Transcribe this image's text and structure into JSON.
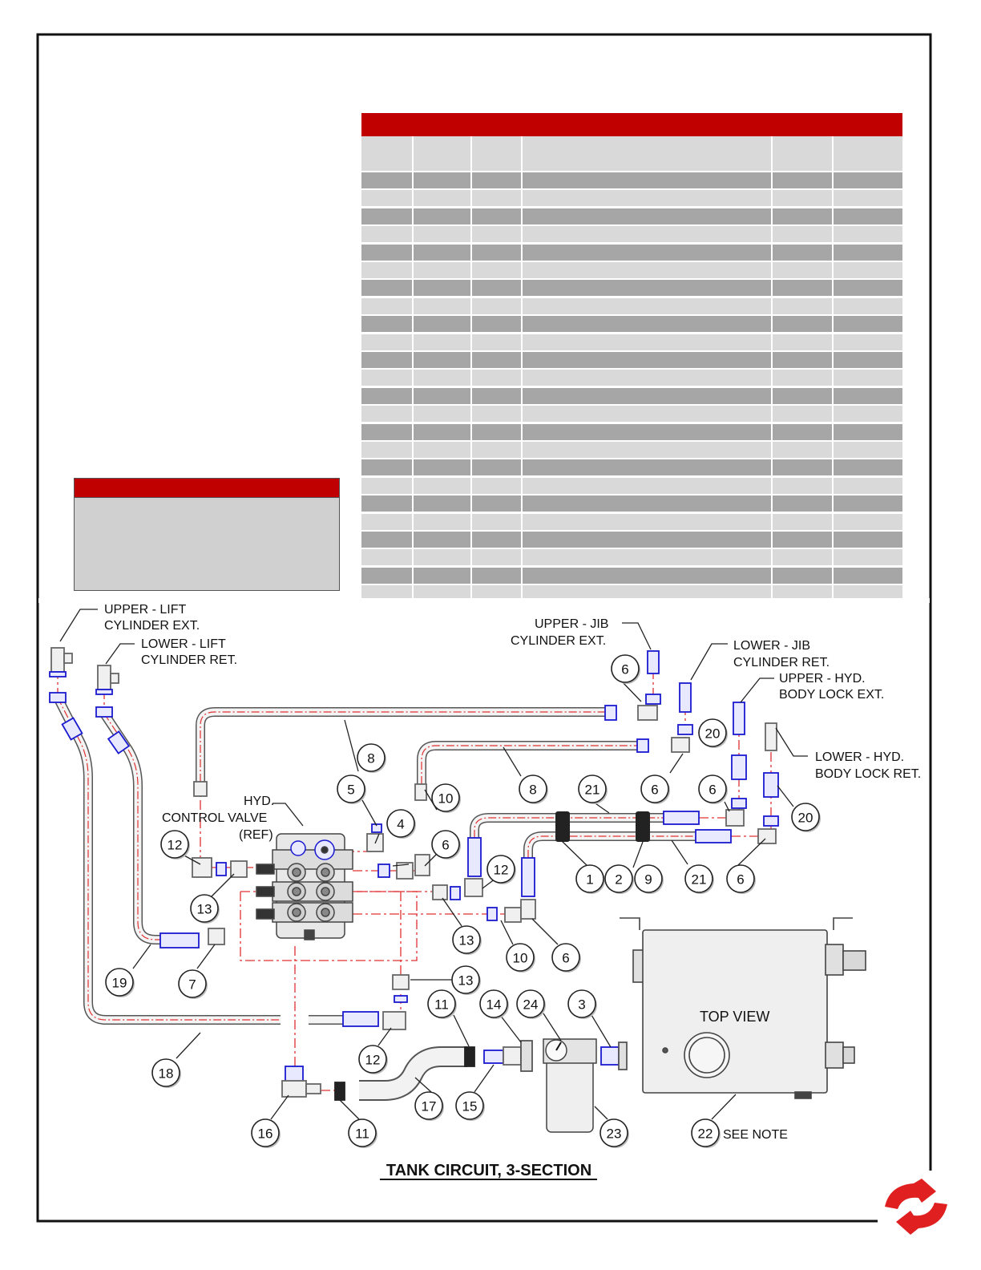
{
  "labels": {
    "upper_lift_1": "UPPER - LIFT",
    "upper_lift_2": "CYLINDER EXT.",
    "lower_lift_1": "LOWER - LIFT",
    "lower_lift_2": "CYLINDER RET.",
    "upper_jib_1": "UPPER - JIB",
    "upper_jib_2": "CYLINDER EXT.",
    "lower_jib_1": "LOWER - JIB",
    "lower_jib_2": "CYLINDER RET.",
    "upper_body_1": "UPPER - HYD.",
    "upper_body_2": "BODY LOCK EXT.",
    "lower_body_1": "LOWER - HYD.",
    "lower_body_2": "BODY LOCK RET.",
    "valve_1": "HYD.",
    "valve_2": "CONTROL VALVE",
    "valve_3": "(REF)",
    "top_view": "TOP VIEW",
    "see_note": "SEE NOTE",
    "title": "TANK CIRCUIT, 3-SECTION"
  },
  "balloons": [
    {
      "id": "b6a",
      "num": "6"
    },
    {
      "id": "b8a",
      "num": "8"
    },
    {
      "id": "b5",
      "num": "5"
    },
    {
      "id": "b4",
      "num": "4"
    },
    {
      "id": "b10a",
      "num": "10"
    },
    {
      "id": "b6b",
      "num": "6"
    },
    {
      "id": "b12a",
      "num": "12"
    },
    {
      "id": "b13a",
      "num": "13"
    },
    {
      "id": "b8b",
      "num": "8"
    },
    {
      "id": "b21a",
      "num": "21"
    },
    {
      "id": "b6c",
      "num": "6"
    },
    {
      "id": "b20a",
      "num": "20"
    },
    {
      "id": "b6d",
      "num": "6"
    },
    {
      "id": "b20b",
      "num": "20"
    },
    {
      "id": "b12b",
      "num": "12"
    },
    {
      "id": "b1",
      "num": "1"
    },
    {
      "id": "b2",
      "num": "2"
    },
    {
      "id": "b9",
      "num": "9"
    },
    {
      "id": "b21b",
      "num": "21"
    },
    {
      "id": "b6e",
      "num": "6"
    },
    {
      "id": "b13b",
      "num": "13"
    },
    {
      "id": "b10b",
      "num": "10"
    },
    {
      "id": "b6f",
      "num": "6"
    },
    {
      "id": "b19",
      "num": "19"
    },
    {
      "id": "b7",
      "num": "7"
    },
    {
      "id": "b13c",
      "num": "13"
    },
    {
      "id": "b11a",
      "num": "11"
    },
    {
      "id": "b14",
      "num": "14"
    },
    {
      "id": "b24",
      "num": "24"
    },
    {
      "id": "b3",
      "num": "3"
    },
    {
      "id": "b12c",
      "num": "12"
    },
    {
      "id": "b17",
      "num": "17"
    },
    {
      "id": "b15",
      "num": "15"
    },
    {
      "id": "b18",
      "num": "18"
    },
    {
      "id": "b16",
      "num": "16"
    },
    {
      "id": "b11b",
      "num": "11"
    },
    {
      "id": "b23",
      "num": "23"
    },
    {
      "id": "b22",
      "num": "22"
    }
  ],
  "colors": {
    "accent_red": "#c00000",
    "hose_line": "#e03030",
    "fitting_blue": "#1a1ad0",
    "table_dark": "#a6a6a6",
    "table_light": "#d9d9d9",
    "note_body": "#d0d0d0"
  },
  "icons": {
    "logo": "manufacturer-logo-icon"
  }
}
